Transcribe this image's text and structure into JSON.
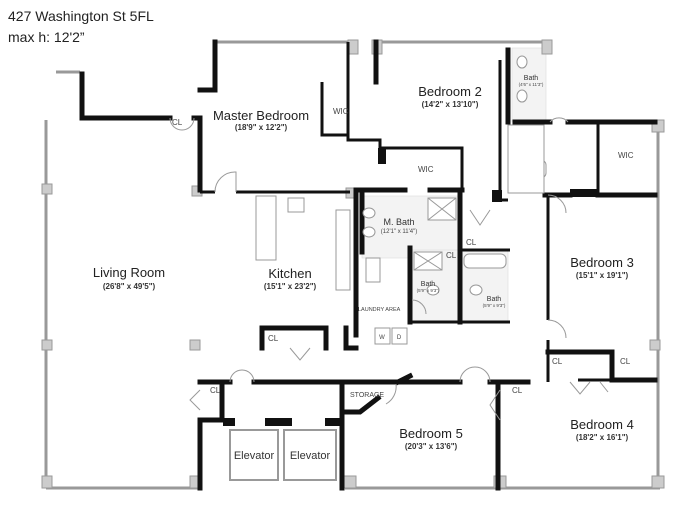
{
  "header": {
    "address": "427 Washington St 5FL",
    "max_height": "max h: 12'2”"
  },
  "rooms": {
    "living": {
      "name": "Living Room",
      "dims": "(26'8\" x 49'5\")"
    },
    "master": {
      "name": "Master Bedroom",
      "dims": "(18'9\" x 12'2\")"
    },
    "bed2": {
      "name": "Bedroom 2",
      "dims": "(14'2\" x 13'10\")"
    },
    "bed3": {
      "name": "Bedroom 3",
      "dims": "(15'1\" x 19'1\")"
    },
    "bed4": {
      "name": "Bedroom 4",
      "dims": "(18'2\" x 16'1\")"
    },
    "bed5": {
      "name": "Bedroom 5",
      "dims": "(20'3\" x 13'6\")"
    },
    "kitchen": {
      "name": "Kitchen",
      "dims": "(15'1\" x 23'2\")"
    },
    "mbath": {
      "name": "M. Bath",
      "dims": "(12'1\" x 11'4\")"
    },
    "bath_top": {
      "name": "Bath",
      "dims": "(4'6\" x 11'3\")"
    },
    "bath_a": {
      "name": "Bath",
      "dims": "(5'9\" x 9'3\")"
    },
    "bath_b": {
      "name": "Bath",
      "dims": "(5'9\" x 9'3\")"
    }
  },
  "labels": {
    "wic": "WIC",
    "cl": "CL",
    "laundry": "LAUNDRY AREA",
    "storage": "STORAGE",
    "elevator": "Elevator",
    "washer": "W",
    "dryer": "D"
  }
}
